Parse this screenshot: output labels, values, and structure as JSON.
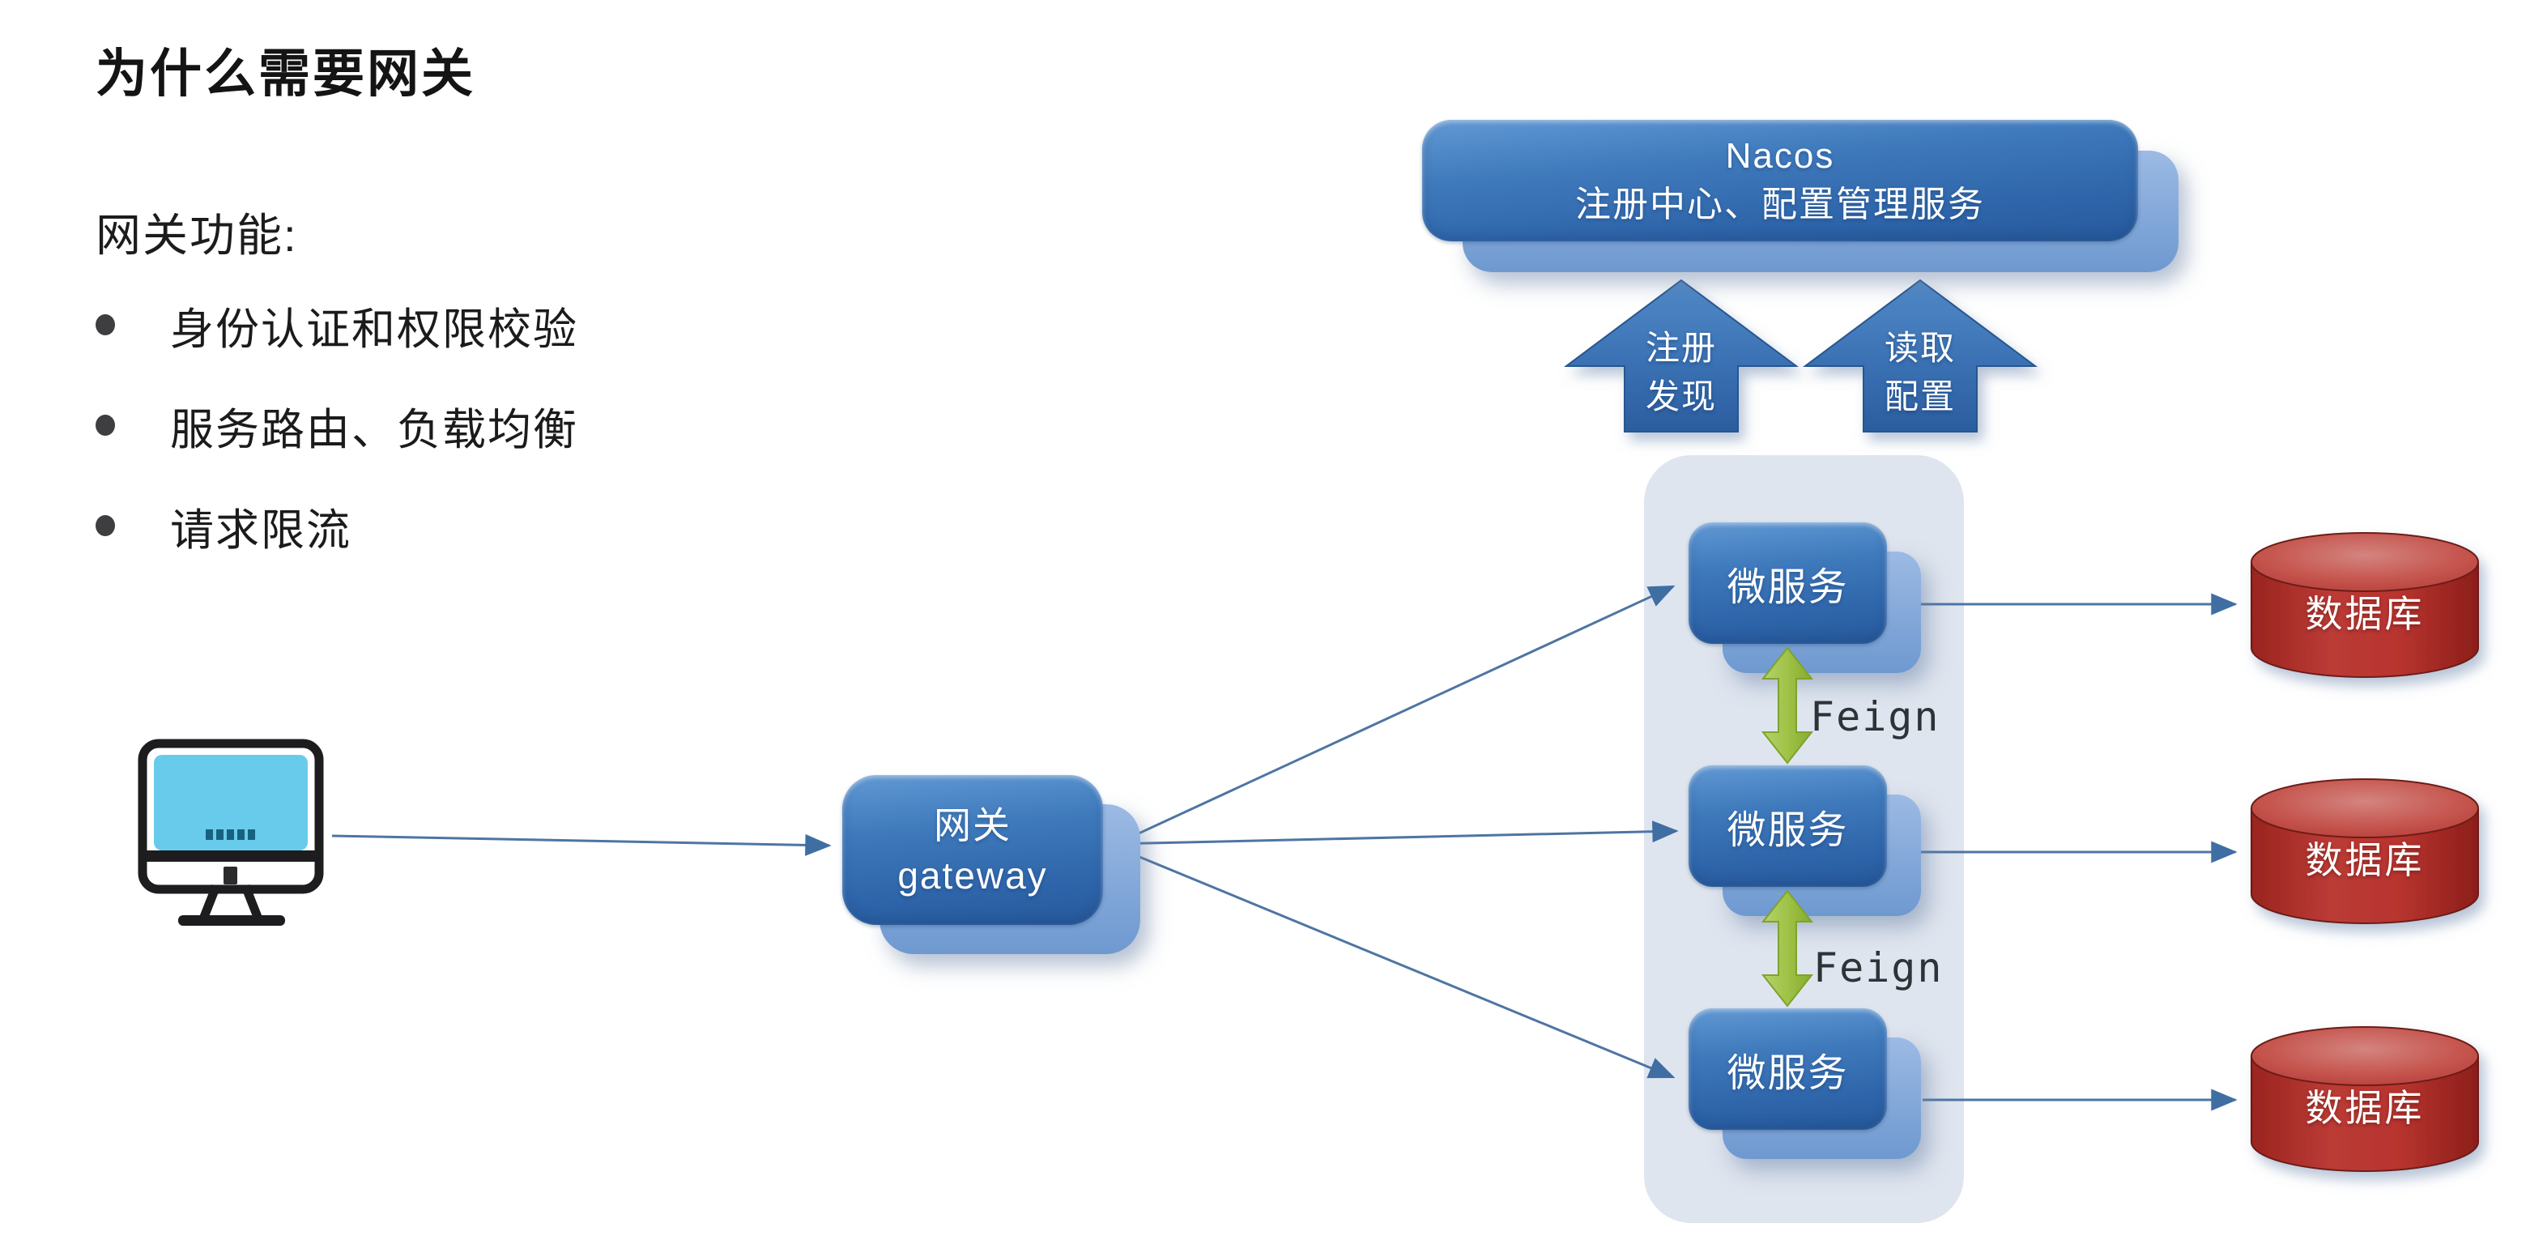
{
  "page": {
    "title": "为什么需要网关"
  },
  "features": {
    "heading": "网关功能:",
    "items": [
      "身份认证和权限校验",
      "服务路由、负载均衡",
      "请求限流"
    ]
  },
  "nacos": {
    "line1": "Nacos",
    "line2": "注册中心、配置管理服务"
  },
  "nacos_arrows": {
    "register": {
      "line1": "注册",
      "line2": "发现"
    },
    "config": {
      "line1": "读取",
      "line2": "配置"
    }
  },
  "gateway": {
    "line1": "网关",
    "line2": "gateway"
  },
  "cluster": {
    "microservices": [
      {
        "label": "微服务"
      },
      {
        "label": "微服务"
      },
      {
        "label": "微服务"
      }
    ],
    "feign_label": "Feign"
  },
  "databases": [
    {
      "label": "数据库"
    },
    {
      "label": "数据库"
    },
    {
      "label": "数据库"
    }
  ],
  "icons": {
    "client": "desktop-computer-icon"
  },
  "colors": {
    "box_blue": "#3a74b8",
    "box_blue_dark": "#275a9c",
    "box_back_blue": "#7da4d7",
    "cluster_bg": "#dfe5ef",
    "connector": "#4e75a2",
    "green_arrow": "#9bbf44",
    "db_red": "#b02a28",
    "db_red_top": "#c8615d",
    "screen_cyan": "#69cbec",
    "text_dark": "#1b1b1b",
    "text_white": "#ffffff"
  }
}
